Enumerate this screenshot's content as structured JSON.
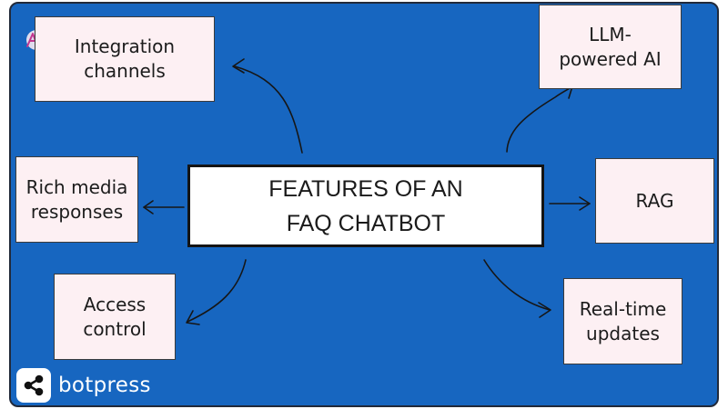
{
  "diagram": {
    "center": {
      "label": "FEATURES OF AN\nFAQ CHATBOT"
    },
    "features": [
      {
        "id": "integration",
        "label": "Integration\nchannels"
      },
      {
        "id": "llm",
        "label": "LLM-\npowered AI"
      },
      {
        "id": "rich",
        "label": "Rich media\nresponses"
      },
      {
        "id": "rag",
        "label": "RAG"
      },
      {
        "id": "access",
        "label": "Access\ncontrol"
      },
      {
        "id": "realtime",
        "label": "Real-time\nupdates"
      }
    ]
  },
  "branding": {
    "name": "botpress",
    "badge_icon": "share-nodes-icon",
    "corner_icon": "ai-waveform-icon"
  },
  "colors": {
    "panel": "#1766c0",
    "feature_box": "#fdf0f3",
    "center_box": "#ffffff",
    "text": "#1c1c1c"
  }
}
